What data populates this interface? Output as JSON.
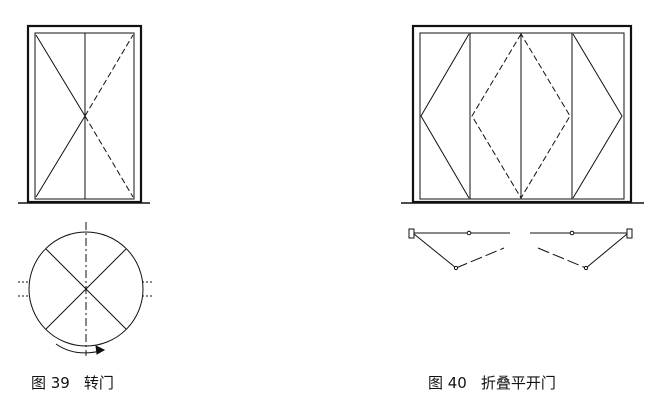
{
  "figures": [
    {
      "id": "fig39",
      "number": "图 39",
      "title": "转门"
    },
    {
      "id": "fig40",
      "number": "图 40",
      "title": "折叠平开门"
    }
  ],
  "colors": {
    "line": "#111111",
    "background": "#ffffff"
  }
}
